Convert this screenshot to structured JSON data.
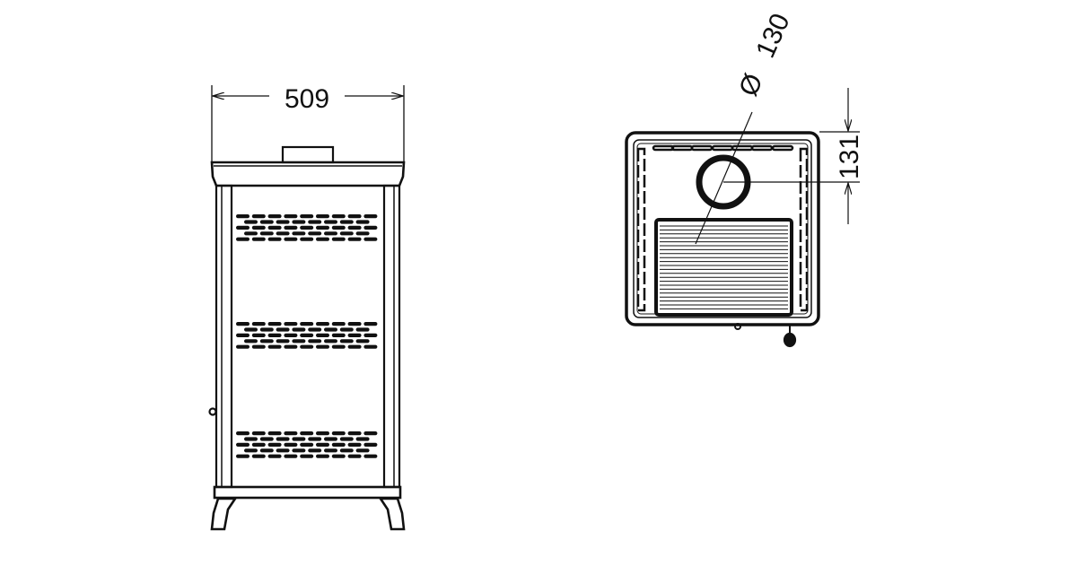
{
  "front_view": {
    "width_dimension": "509",
    "vent_groups": 3
  },
  "top_view": {
    "flue_diameter_symbol": "Ø",
    "flue_diameter": "130",
    "flue_offset_dimension": "131"
  },
  "colors": {
    "line": "#111111",
    "background": "#ffffff"
  }
}
